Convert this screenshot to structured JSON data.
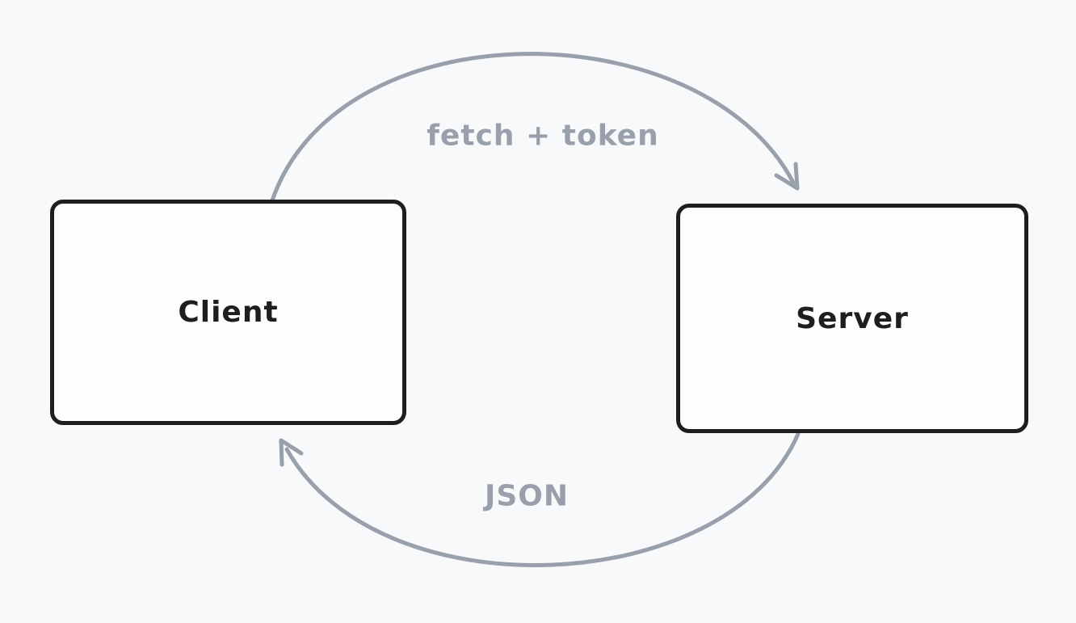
{
  "diagram": {
    "nodes": [
      {
        "id": "client",
        "label": "Client"
      },
      {
        "id": "server",
        "label": "Server"
      }
    ],
    "edges": [
      {
        "from": "client",
        "to": "server",
        "label": "fetch + token",
        "position": "top"
      },
      {
        "from": "server",
        "to": "client",
        "label": "JSON",
        "position": "bottom"
      }
    ]
  },
  "colors": {
    "background": "#f8f9fb",
    "node_stroke": "#1e1e1e",
    "node_fill": "#fcfdfe",
    "arrow": "#98a0ab",
    "node_label_text": "#1e1e1e",
    "edge_label_text": "#98a0ab"
  }
}
